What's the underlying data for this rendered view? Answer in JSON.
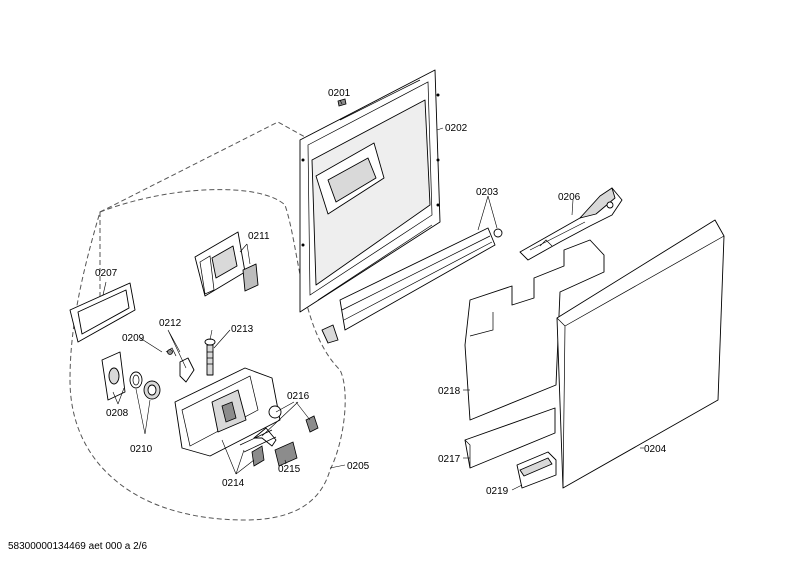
{
  "callouts": [
    {
      "id": "p0201",
      "text": "0201"
    },
    {
      "id": "p0202",
      "text": "0202"
    },
    {
      "id": "p0203",
      "text": "0203"
    },
    {
      "id": "p0204",
      "text": "0204"
    },
    {
      "id": "p0205",
      "text": "0205"
    },
    {
      "id": "p0206",
      "text": "0206"
    },
    {
      "id": "p0207",
      "text": "0207"
    },
    {
      "id": "p0208",
      "text": "0208"
    },
    {
      "id": "p0209",
      "text": "0209"
    },
    {
      "id": "p0210",
      "text": "0210"
    },
    {
      "id": "p0211",
      "text": "0211"
    },
    {
      "id": "p0212",
      "text": "0212"
    },
    {
      "id": "p0213",
      "text": "0213"
    },
    {
      "id": "p0214",
      "text": "0214"
    },
    {
      "id": "p0215",
      "text": "0215"
    },
    {
      "id": "p0216",
      "text": "0216"
    },
    {
      "id": "p0217",
      "text": "0217"
    },
    {
      "id": "p0218",
      "text": "0218"
    },
    {
      "id": "p0219",
      "text": "0219"
    }
  ],
  "footer": {
    "code": "58300000134469 aet 000 a 2/6"
  }
}
